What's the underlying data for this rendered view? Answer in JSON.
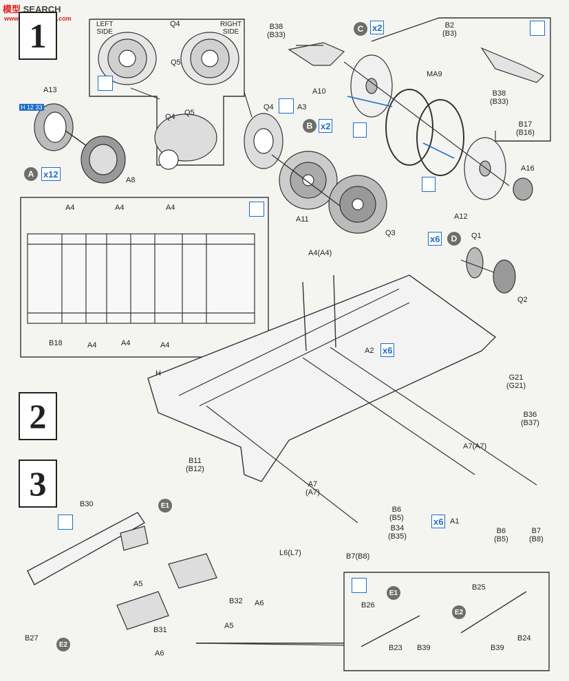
{
  "watermark": {
    "text_cn": "模型",
    "text_en": "SEARCH",
    "site": "www.hoobymodel.com"
  },
  "steps": [
    "1",
    "2",
    "3"
  ],
  "sides": {
    "left": "LEFT\nSIDE",
    "right": "RIGHT\nSIDE"
  },
  "subassemblies": [
    {
      "letter": "A",
      "mult": "x12"
    },
    {
      "letter": "B",
      "mult": "x2"
    },
    {
      "letter": "C",
      "mult": "x2"
    },
    {
      "letter": "D",
      "mult": "x6"
    },
    {
      "letter": "E1"
    },
    {
      "letter": "E2"
    }
  ],
  "a_badge": "H 12 33",
  "mult_labels": {
    "a2": "x6",
    "a1": "x6"
  },
  "parts": {
    "q4_top": "Q4",
    "q5_top": "Q5",
    "q4_mid": "Q4",
    "q5_mid": "Q5",
    "a13": "A13",
    "a8": "A8",
    "b38_top": "B38\n(B33)",
    "b2": "B2\n(B3)",
    "b38_right": "B38\n(B33)",
    "b17": "B17\n(B16)",
    "q4_a3": "Q4",
    "a3": "A3",
    "a10": "A10",
    "ma9": "MA9",
    "a16": "A16",
    "a12": "A12",
    "a11": "A11",
    "q3": "Q3",
    "a4_1": "A4",
    "a4_2": "A4",
    "a4_3": "A4",
    "b18": "B18",
    "a4_4": "A4",
    "a4_5": "A4",
    "a4_6": "A4",
    "q1": "Q1",
    "q2": "Q2",
    "a4a4": "A4(A4)",
    "h": "H",
    "a2": "A2",
    "g21": "G21\n(G21)",
    "b36": "B36\n(B37)",
    "a7a7_r": "A7(A7)",
    "b11": "B11\n(B12)",
    "a7a7_l": "A7\n(A7)",
    "b6_mid": "B6\n(B5)",
    "b34": "B34\n(B35)",
    "b7_mid": "B7(B8)",
    "l6": "L6(L7)",
    "a1": "A1",
    "b6_r": "B6\n(B5)",
    "b7_r": "B7\n(B8)",
    "b30": "B30",
    "a5_1": "A5",
    "a6_1": "A6",
    "b32": "B32",
    "a5_2": "A5",
    "b31": "B31",
    "b27": "B27",
    "a6_2": "A6",
    "b26": "B26",
    "b23": "B23",
    "b39_l": "B39",
    "b25": "B25",
    "b24": "B24",
    "b39_r": "B39"
  }
}
